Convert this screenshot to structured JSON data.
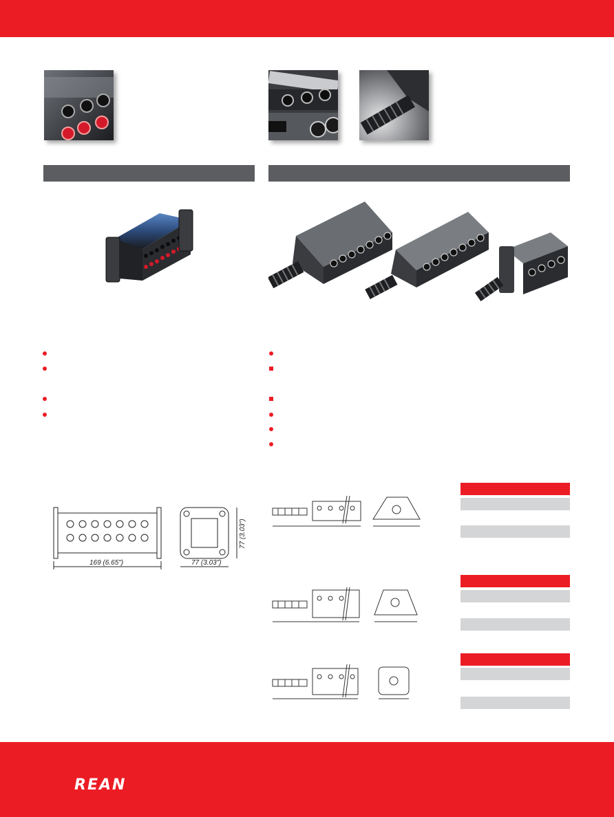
{
  "brand": {
    "logo_text": "REAN",
    "colors": {
      "brand_red": "#ec1c24",
      "section_gray": "#5b5d60",
      "row_gray": "#d4d5d6"
    }
  },
  "dimension_drawing": {
    "length_label": "169 (6.65\")",
    "width_label": "77 (3.03\")",
    "height_label": "77 (3.03\")"
  },
  "icons": [
    "bullet-circle-icon",
    "bullet-square-icon"
  ]
}
